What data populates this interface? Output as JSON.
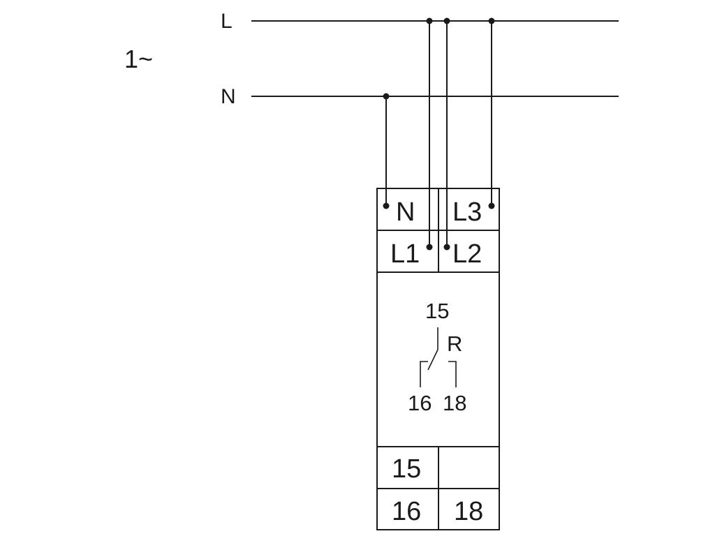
{
  "supply": {
    "phase_label": "1~",
    "line_label": "L",
    "neutral_label": "N"
  },
  "device": {
    "top_terminals": {
      "row1_left": "N",
      "row1_right": "L3",
      "row2_left": "L1",
      "row2_right": "L2"
    },
    "relay": {
      "common_pin": "15",
      "name": "R",
      "nc_pin": "16",
      "no_pin": "18"
    },
    "bottom_terminals": {
      "row1_left": "15",
      "row1_right": "",
      "row2_left": "16",
      "row2_right": "18"
    }
  },
  "colors": {
    "ink": "#1a1a1a",
    "background": "#ffffff"
  }
}
